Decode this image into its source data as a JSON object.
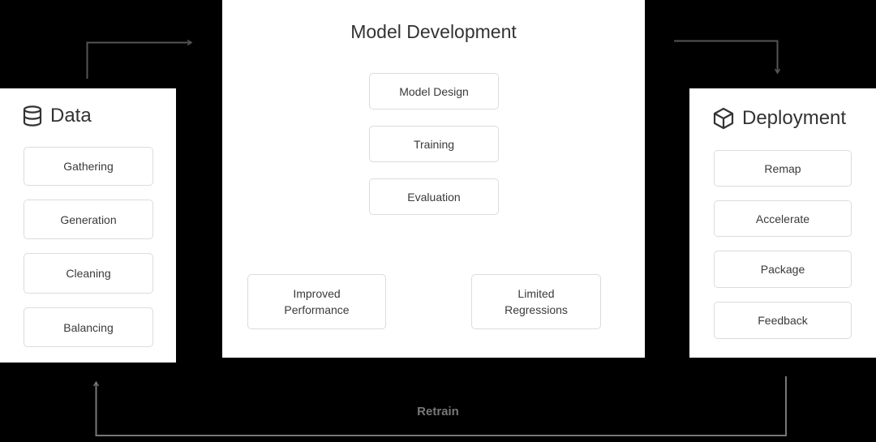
{
  "diagram": {
    "data_panel": {
      "title": "Data",
      "icon": "database-icon",
      "items": [
        {
          "label": "Gathering"
        },
        {
          "label": "Generation"
        },
        {
          "label": "Cleaning"
        },
        {
          "label": "Balancing"
        }
      ]
    },
    "model_panel": {
      "title": "Model Development",
      "items": [
        {
          "label": "Model Design"
        },
        {
          "label": "Training"
        },
        {
          "label": "Evaluation"
        }
      ],
      "outcomes": [
        {
          "label": "Improved Performance"
        },
        {
          "label": "Limited Regressions"
        }
      ]
    },
    "deployment_panel": {
      "title": "Deployment",
      "icon": "box-icon",
      "items": [
        {
          "label": "Remap"
        },
        {
          "label": "Accelerate"
        },
        {
          "label": "Package"
        },
        {
          "label": "Feedback"
        }
      ]
    },
    "loop": {
      "label": "Retrain"
    },
    "colors": {
      "background": "#000000",
      "panel": "#ffffff",
      "arrow": "#555555",
      "retrain_arrow": "#777777"
    }
  }
}
